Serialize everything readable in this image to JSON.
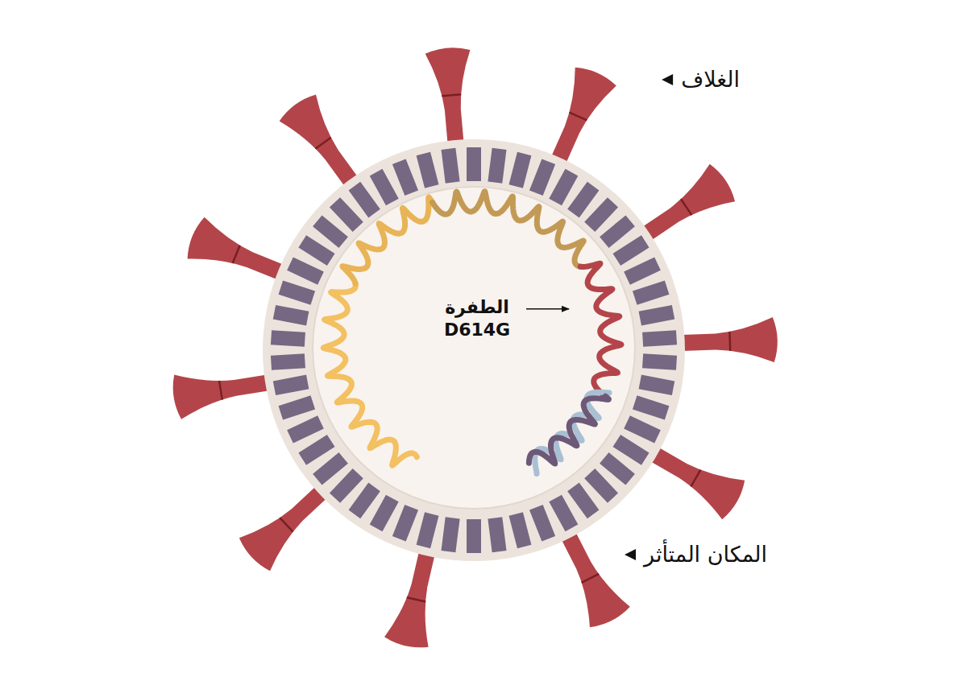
{
  "diagram": {
    "labels": [
      "الغلاف",
      "الطفرة D614G",
      "المكان المتأثر"
    ]
  }
}
